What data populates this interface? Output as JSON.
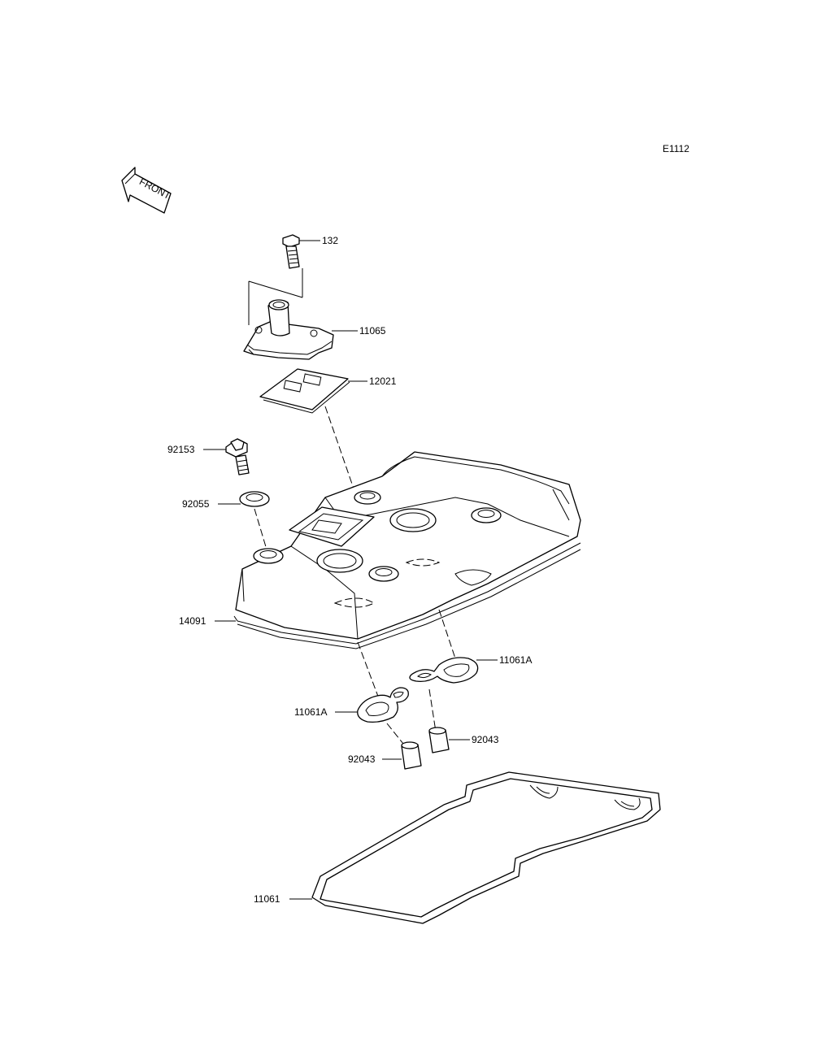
{
  "diagram_code": "E1112",
  "front_label": "FRONT",
  "labels": {
    "p132": "132",
    "p11065": "11065",
    "p12021": "12021",
    "p92153": "92153",
    "p92055": "92055",
    "p14091": "14091",
    "p11061a_right": "11061A",
    "p11061a_left": "11061A",
    "p92043_right": "92043",
    "p92043_left": "92043",
    "p11061": "11061"
  }
}
